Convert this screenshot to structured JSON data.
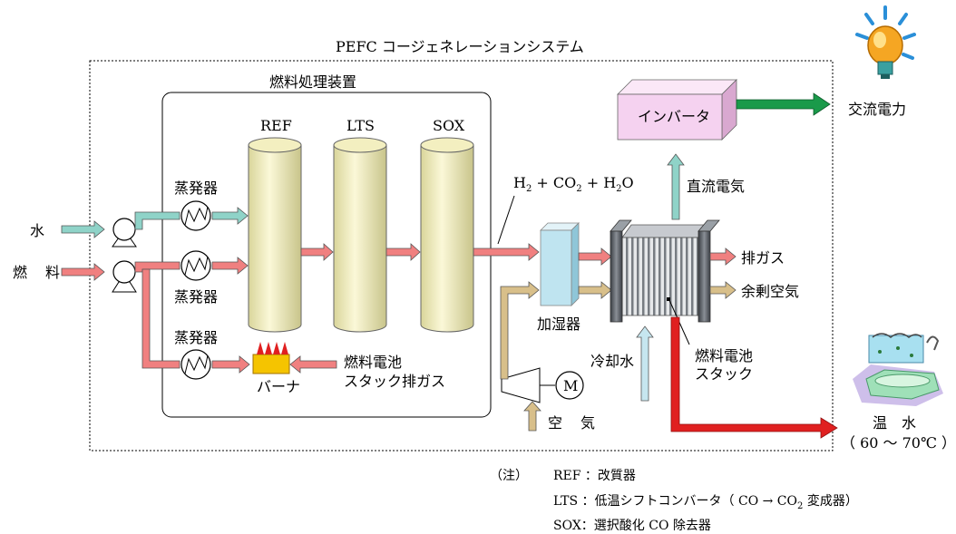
{
  "system_title": "PEFC コージェネレーションシステム",
  "processor_title": "燃料処理装置",
  "reactors": {
    "ref": "REF",
    "lts": "LTS",
    "sox": "SOX"
  },
  "inputs": {
    "water": "水",
    "fuel_a": "燃",
    "fuel_b": "料",
    "air_a": "空",
    "air_b": "気"
  },
  "evaporator": "蒸発器",
  "burner": "バーナ",
  "burner_exhaust": [
    "燃料電池",
    "スタック排ガス"
  ],
  "gas_formula": {
    "h": "H",
    "sub2": "2",
    "plus_co": " + CO",
    "sub2b": "2",
    "plus_h": " + H",
    "sub2c": "2",
    "o": "O"
  },
  "humidifier": "加湿器",
  "inverter": "インバータ",
  "dc_power": "直流電気",
  "ac_power": "交流電力",
  "exhaust_gas": "排ガス",
  "excess_air": "余剰空気",
  "coolant": "冷却水",
  "stack_label": [
    "燃料電池",
    "スタック"
  ],
  "motor": "M",
  "hot_water": [
    "温　水",
    "（ 60 ～ 70℃ ）"
  ],
  "notes": {
    "prefix": "（注）",
    "ref": "REF ：改質器",
    "lts_a": "LTS ：低温シフトコンバータ（ CO → CO",
    "lts_sub": "2",
    "lts_b": " 変成器）",
    "sox": "SOX：選択酸化 CO 除去器"
  },
  "colors": {
    "fuel_arrow": "#f08080",
    "water_arrow": "#8fd3c8",
    "air_arrow": "#d8bf8a",
    "power_arrow": "#1a9a4a",
    "coolant_arrow": "#c6e6ef",
    "hot_water_arrow": "#e02020",
    "inverter_fill": "#f5d2f0",
    "humidifier_fill": "#bfe4f0",
    "burner_fill": "#f5c400",
    "flame": "#e02020"
  }
}
